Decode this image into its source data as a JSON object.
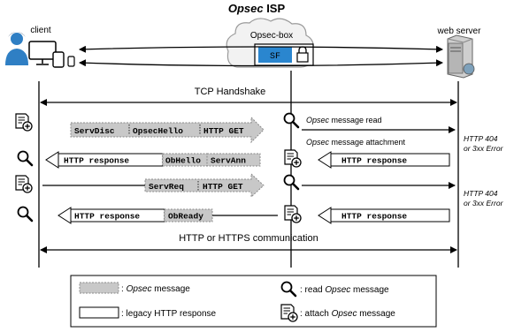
{
  "title": {
    "brand": "Opsec",
    "suffix": " ISP"
  },
  "actors": {
    "client": "client",
    "box": "Opsec-box",
    "server": "web server",
    "box_screen": "SF"
  },
  "phases": {
    "tcp": "TCP Handshake",
    "http": "HTTP or HTTPS communication"
  },
  "notes": {
    "read_brand": "Opsec",
    "read_rest": " message read",
    "attach_brand": "Opsec",
    "attach_rest": " message attachment",
    "err1_a": "HTTP 404",
    "err1_b": "or 3xx Error",
    "err2_a": "HTTP 404",
    "err2_b": "or 3xx Error"
  },
  "messages": {
    "m1": [
      "ServDisc",
      "OpsecHello",
      "HTTP GET"
    ],
    "m2_seg": [
      "HTTP response",
      "ObHello",
      "ServAnn"
    ],
    "m2_srv": "HTTP response",
    "m3": [
      "ServReq",
      "HTTP GET"
    ],
    "m4_seg": [
      "HTTP response",
      "ObReady"
    ],
    "m4_srv": "HTTP response"
  },
  "legend": {
    "opsec_msg_brand": "Opsec",
    "opsec_msg_rest": " message",
    "legacy": ": legacy HTTP response",
    "read_pre": ": read ",
    "read_brand": "Opsec",
    "read_rest": " message",
    "attach_pre": ": attach ",
    "attach_brand": "Opsec",
    "attach_rest": " message"
  },
  "colors": {
    "opsec_fill": "#c8c8c8",
    "line": "#000000",
    "avatar": "#2f7fc4",
    "cloud": "#f2f2f2",
    "screen": "#2a86cf"
  }
}
